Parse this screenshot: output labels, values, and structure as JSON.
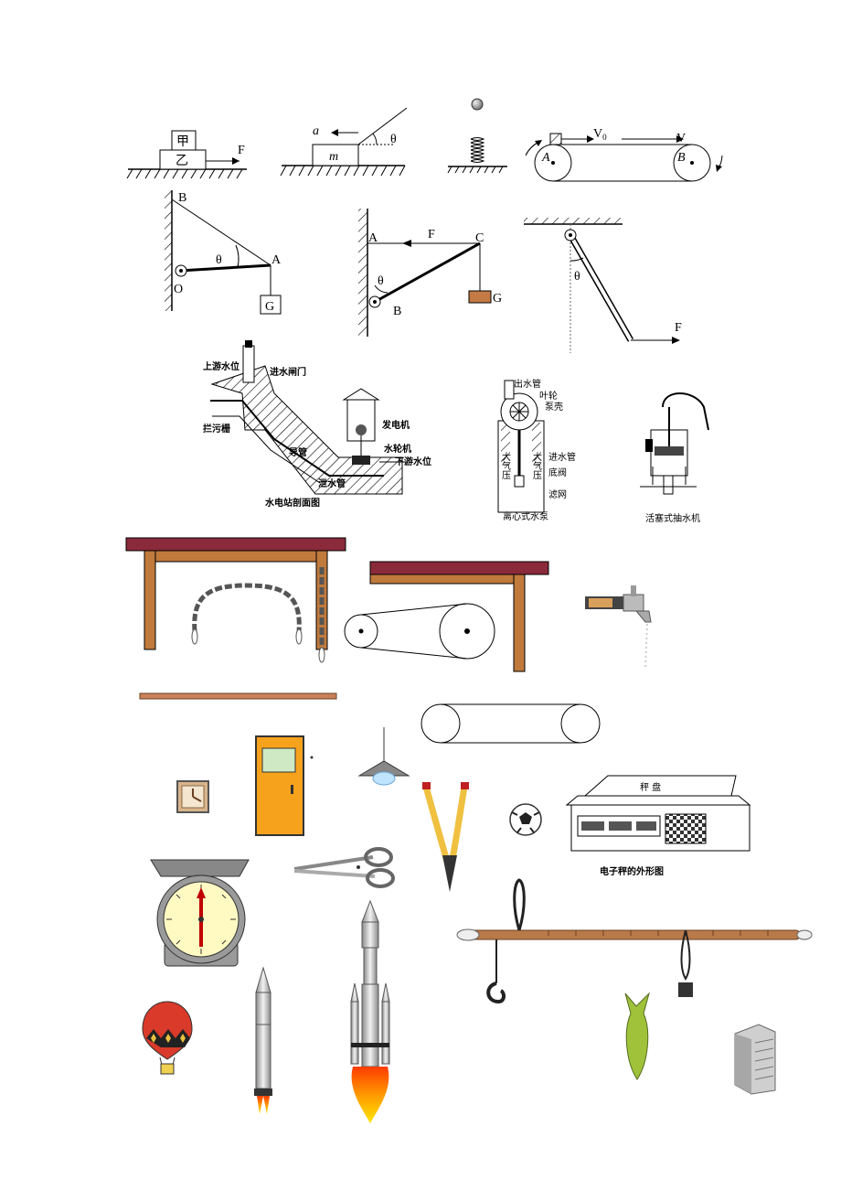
{
  "diagrams": {
    "stacked_blocks": {
      "top_block": "甲",
      "bottom_block": "乙",
      "force": "F"
    },
    "block_pulled": {
      "accel": "a",
      "mass": "m",
      "angle": "θ"
    },
    "belt": {
      "v0": "V",
      "v0_sub": "0",
      "v": "V",
      "pulley_a": "A",
      "pulley_b": "B"
    },
    "wall_bracket": {
      "top": "B",
      "end": "A",
      "pivot": "O",
      "angle": "θ",
      "weight": "G"
    },
    "wall_rod": {
      "top": "A",
      "force": "F",
      "end": "C",
      "angle": "θ",
      "pivot": "B",
      "weight": "G"
    },
    "hanging_rod": {
      "angle": "θ",
      "force": "F"
    },
    "hydro_station": {
      "upstream_level": "上游水位",
      "intake_gate": "进水闸门",
      "trash_rack": "拦污栅",
      "penstock": "导管",
      "generator": "发电机",
      "turbine": "水轮机",
      "downstream_level": "下游水位",
      "spillway": "泄水管",
      "caption": "水电站剖面图"
    },
    "centrifugal_pump": {
      "outlet_pipe": "出水管",
      "impeller": "叶轮",
      "casing": "泵壳",
      "inlet_pipe": "进水管",
      "bottom_valve": "底阀",
      "filter": "滤网",
      "side_left": "大气压",
      "side_right": "大气压",
      "caption": "离心式水泵"
    },
    "piston_pump": {
      "caption": "活塞式抽水机"
    },
    "scale": {
      "pan": "秤 盘",
      "caption": "电子秤的外形图"
    }
  },
  "icons": [
    "table-chain-icon",
    "belt-pulley-table-icon",
    "faucet-icon",
    "ruler-stick-icon",
    "belt-loop-icon",
    "wall-clock-icon",
    "door-icon",
    "ceiling-lamp-icon",
    "pliers-icon",
    "soccer-ball-icon",
    "electronic-scale-icon",
    "dial-scale-icon",
    "scissors-icon",
    "steelyard-icon",
    "hot-air-balloon-icon",
    "rocket-small-icon",
    "rocket-large-icon",
    "fish-icon",
    "building-icon"
  ]
}
